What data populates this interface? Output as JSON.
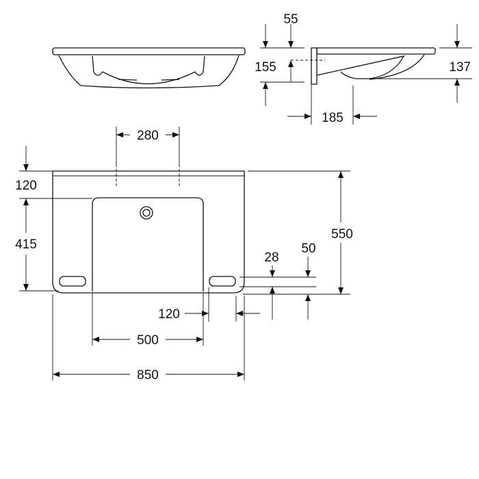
{
  "dimensions": {
    "side_top_offset": "55",
    "side_height": "155",
    "side_depth": "137",
    "side_drain_offset": "185",
    "tap_holes_spacing": "280",
    "plan_rim_depth": "120",
    "plan_bowl_depth": "415",
    "plan_total_depth": "550",
    "handle_height": "28",
    "handle_offset": "50",
    "handle_side_offset": "120",
    "bowl_width": "500",
    "total_width": "850"
  },
  "colors": {
    "line": "#111111",
    "background": "#ffffff"
  }
}
